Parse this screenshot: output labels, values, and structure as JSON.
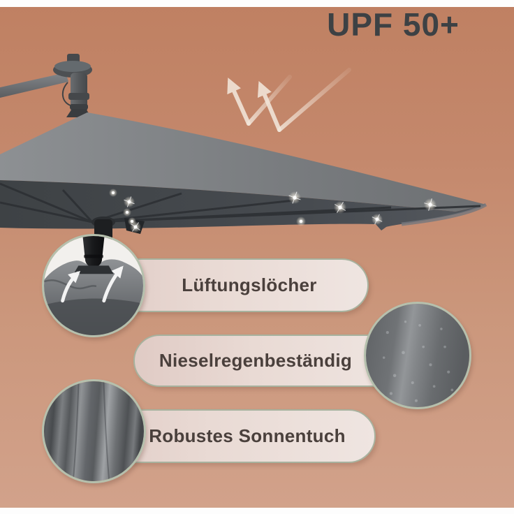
{
  "header": {
    "upf_label": "UPF 50+"
  },
  "features": [
    {
      "label": "Lüftungslöcher",
      "closeup": "vent-holes-closeup"
    },
    {
      "label": "Nieselregenbeständig",
      "closeup": "drizzle-fabric-closeup"
    },
    {
      "label": "Robustes Sonnentuch",
      "closeup": "fabric-drape-closeup"
    }
  ],
  "icons": [
    {
      "name": "uv-reflection-arrows",
      "meaning": "sun rays reflected off canopy (W shape)"
    },
    {
      "name": "airflow-arrows",
      "meaning": "air escaping through ventilation holes"
    },
    {
      "name": "led-lights",
      "meaning": "solar LED spots under canopy"
    },
    {
      "name": "solar-panel-disc",
      "meaning": "solar panel on top of cantilever joint"
    }
  ],
  "colors": {
    "background_top": "#bf8062",
    "background_bottom": "#d2a28b",
    "upf_text": "#3d4144",
    "pill_background": "#e9dad4",
    "pill_border_sage": "#a7b29e",
    "pill_text": "#4a403c",
    "canopy_top": "#7b7e81",
    "canopy_underside": "#44484d",
    "arrow_white": "#f2e6da",
    "led": "#ffffff",
    "frame_bars": "#fdfdfd"
  }
}
